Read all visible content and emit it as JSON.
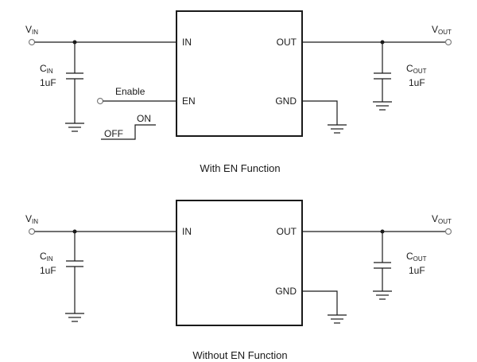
{
  "top_circuit": {
    "vin": {
      "main": "V",
      "sub": "IN"
    },
    "vout": {
      "main": "V",
      "sub": "OUT"
    },
    "cin": {
      "main": "C",
      "sub": "IN",
      "value": "1uF"
    },
    "cout": {
      "main": "C",
      "sub": "OUT",
      "value": "1uF"
    },
    "pins": {
      "in": "IN",
      "en": "EN",
      "out": "OUT",
      "gnd": "GND"
    },
    "enable_label": "Enable",
    "switch": {
      "off": "OFF",
      "on": "ON"
    },
    "caption": "With EN Function"
  },
  "bottom_circuit": {
    "vin": {
      "main": "V",
      "sub": "IN"
    },
    "vout": {
      "main": "V",
      "sub": "OUT"
    },
    "cin": {
      "main": "C",
      "sub": "IN",
      "value": "1uF"
    },
    "cout": {
      "main": "C",
      "sub": "OUT",
      "value": "1uF"
    },
    "pins": {
      "in": "IN",
      "out": "OUT",
      "gnd": "GND"
    },
    "caption": "Without EN Function"
  }
}
